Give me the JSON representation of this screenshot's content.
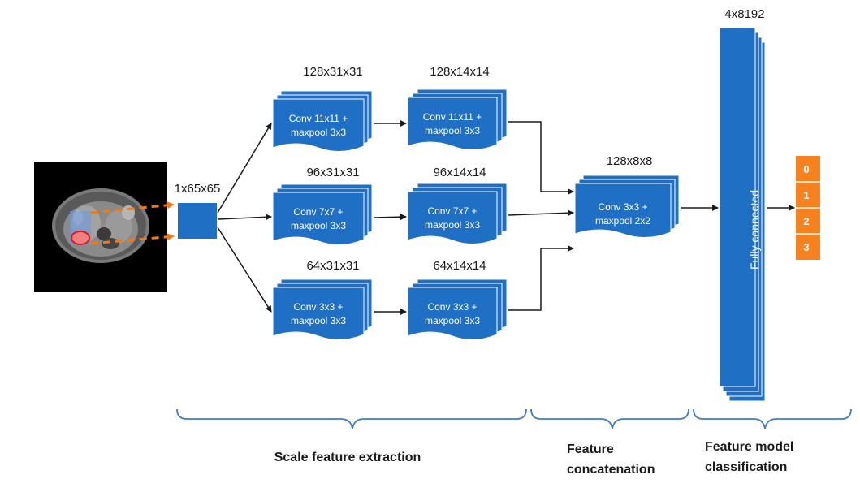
{
  "colors": {
    "block": "#1f6fc5",
    "block_edge": "#ffffff",
    "output": "#f6821f",
    "arrow": "#1a1a1a",
    "brace": "#3d7cc9",
    "highlight": "#f07a14"
  },
  "input": {
    "image_icon": "mri-brain-scan-image",
    "patch_label": "1x65x65"
  },
  "branches": [
    {
      "stage1": {
        "dim": "128x31x31",
        "line1": "Conv 11x11 +",
        "line2": "maxpool 3x3"
      },
      "stage2": {
        "dim": "128x14x14",
        "line1": "Conv 11x11 +",
        "line2": "maxpool 3x3"
      }
    },
    {
      "stage1": {
        "dim": "96x31x31",
        "line1": "Conv 7x7 +",
        "line2": "maxpool 3x3"
      },
      "stage2": {
        "dim": "96x14x14",
        "line1": "Conv 7x7 +",
        "line2": "maxpool 3x3"
      }
    },
    {
      "stage1": {
        "dim": "64x31x31",
        "line1": "Conv 3x3 +",
        "line2": "maxpool 3x3"
      },
      "stage2": {
        "dim": "64x14x14",
        "line1": "Conv 3x3 +",
        "line2": "maxpool 3x3"
      }
    }
  ],
  "concat": {
    "dim": "128x8x8",
    "line1": "Conv 3x3 +",
    "line2": "maxpool 2x2"
  },
  "fully_connected": {
    "dim": "4x8192",
    "label": "Fully connected"
  },
  "outputs": [
    "0",
    "1",
    "2",
    "3"
  ],
  "sections": {
    "scale": "Scale feature extraction",
    "concat_line1": "Feature",
    "concat_line2": "concatenation",
    "model_line1": "Feature model",
    "model_line2": "classification"
  }
}
